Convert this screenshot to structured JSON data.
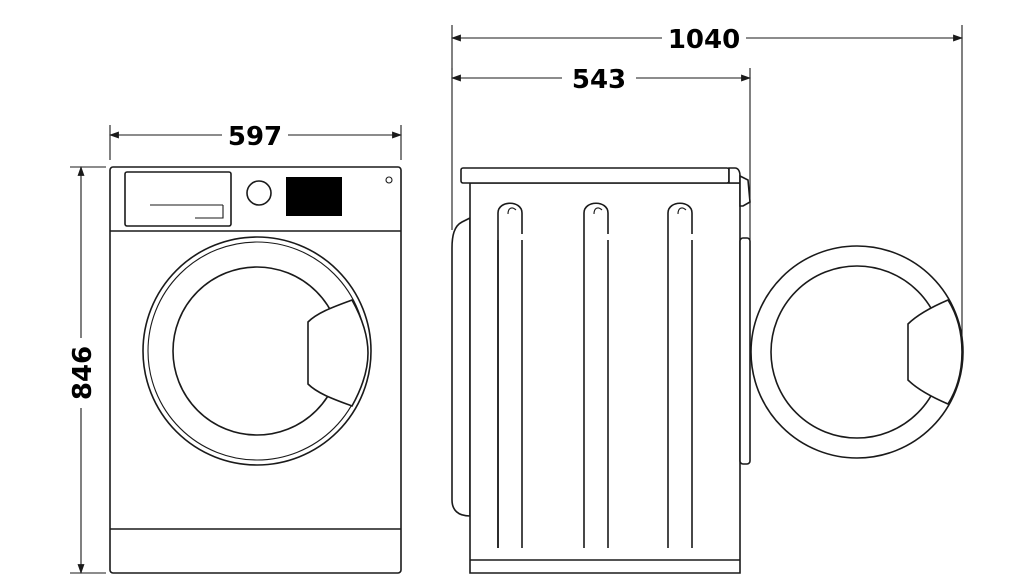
{
  "dimensions": {
    "front_width": "597",
    "height": "846",
    "side_depth": "543",
    "total_depth_door_open": "1040"
  },
  "colors": {
    "line": "#1a1a1a",
    "display_panel": "#000000",
    "background": "#ffffff"
  }
}
